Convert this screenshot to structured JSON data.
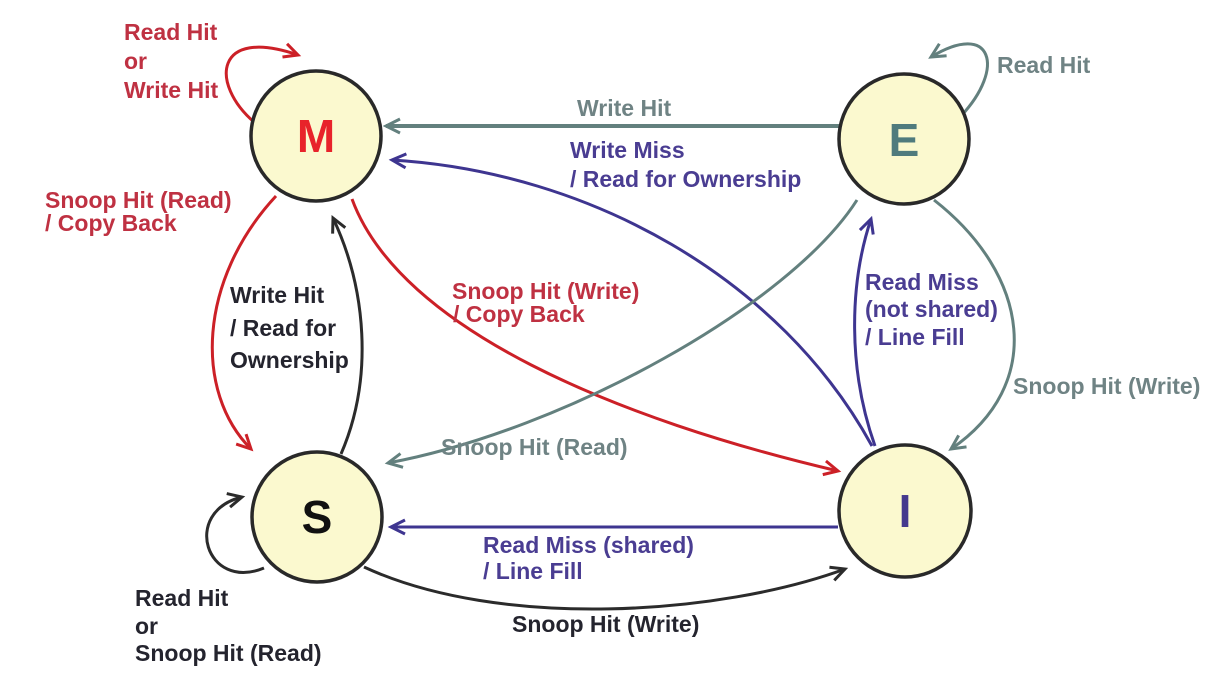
{
  "diagram_type": "state-transition-diagram",
  "background": "#ffffff",
  "colors": {
    "background": "#ffffff",
    "red_arrow": "#cc2027",
    "red_text": "#bf3142",
    "gray_arrow": "#63807e",
    "gray_text": "#6f8384",
    "purple_arrow": "#3e3590",
    "purple_text": "#4a3d92",
    "black_arrow": "#2b2b2b",
    "black_text": "#24242e",
    "state_fill": "#fbf9cf",
    "state_border": "#292929",
    "state_m_text": "#e8232a",
    "state_e_text": "#4f7b7d",
    "state_s_text": "#111111",
    "state_i_text": "#44398d"
  },
  "states": [
    {
      "label": "M",
      "color": "#e8232a"
    },
    {
      "label": "E",
      "color": "#4f7b7d"
    },
    {
      "label": "S",
      "color": "#111111"
    },
    {
      "label": "I",
      "color": "#44398d"
    }
  ],
  "transitions": [
    {
      "from": "M",
      "to": "M",
      "color": "red",
      "lines": [
        "Read Hit",
        "or",
        "Write Hit"
      ]
    },
    {
      "from": "E",
      "to": "E",
      "color": "gray",
      "lines": [
        "Read Hit"
      ]
    },
    {
      "from": "E",
      "to": "M",
      "color": "gray",
      "lines": [
        "Write Hit"
      ]
    },
    {
      "from": "I",
      "to": "M",
      "color": "purple",
      "lines": [
        "Write Miss",
        "/ Read for Ownership"
      ]
    },
    {
      "from": "M",
      "to": "S",
      "color": "red",
      "lines": [
        "Snoop Hit (Read)",
        "/ Copy Back"
      ]
    },
    {
      "from": "S",
      "to": "M",
      "color": "black",
      "lines": [
        "Write Hit",
        "/ Read for",
        "Ownership"
      ]
    },
    {
      "from": "M",
      "to": "I",
      "color": "red",
      "lines": [
        "Snoop Hit (Write)",
        "/ Copy Back"
      ]
    },
    {
      "from": "E",
      "to": "S",
      "color": "gray",
      "lines": [
        "Snoop Hit (Read)"
      ]
    },
    {
      "from": "I",
      "to": "E",
      "color": "purple",
      "lines": [
        "Read Miss",
        "(not shared)",
        "/ Line Fill"
      ]
    },
    {
      "from": "E",
      "to": "I",
      "color": "gray",
      "lines": [
        "Snoop Hit (Write)"
      ]
    },
    {
      "from": "I",
      "to": "S",
      "color": "purple",
      "lines": [
        "Read Miss (shared)",
        "/ Line Fill"
      ]
    },
    {
      "from": "S",
      "to": "I",
      "color": "black",
      "lines": [
        "Snoop Hit (Write)"
      ]
    },
    {
      "from": "S",
      "to": "S",
      "color": "black",
      "lines": [
        "Read Hit",
        "or",
        "Snoop Hit (Read)"
      ]
    }
  ]
}
